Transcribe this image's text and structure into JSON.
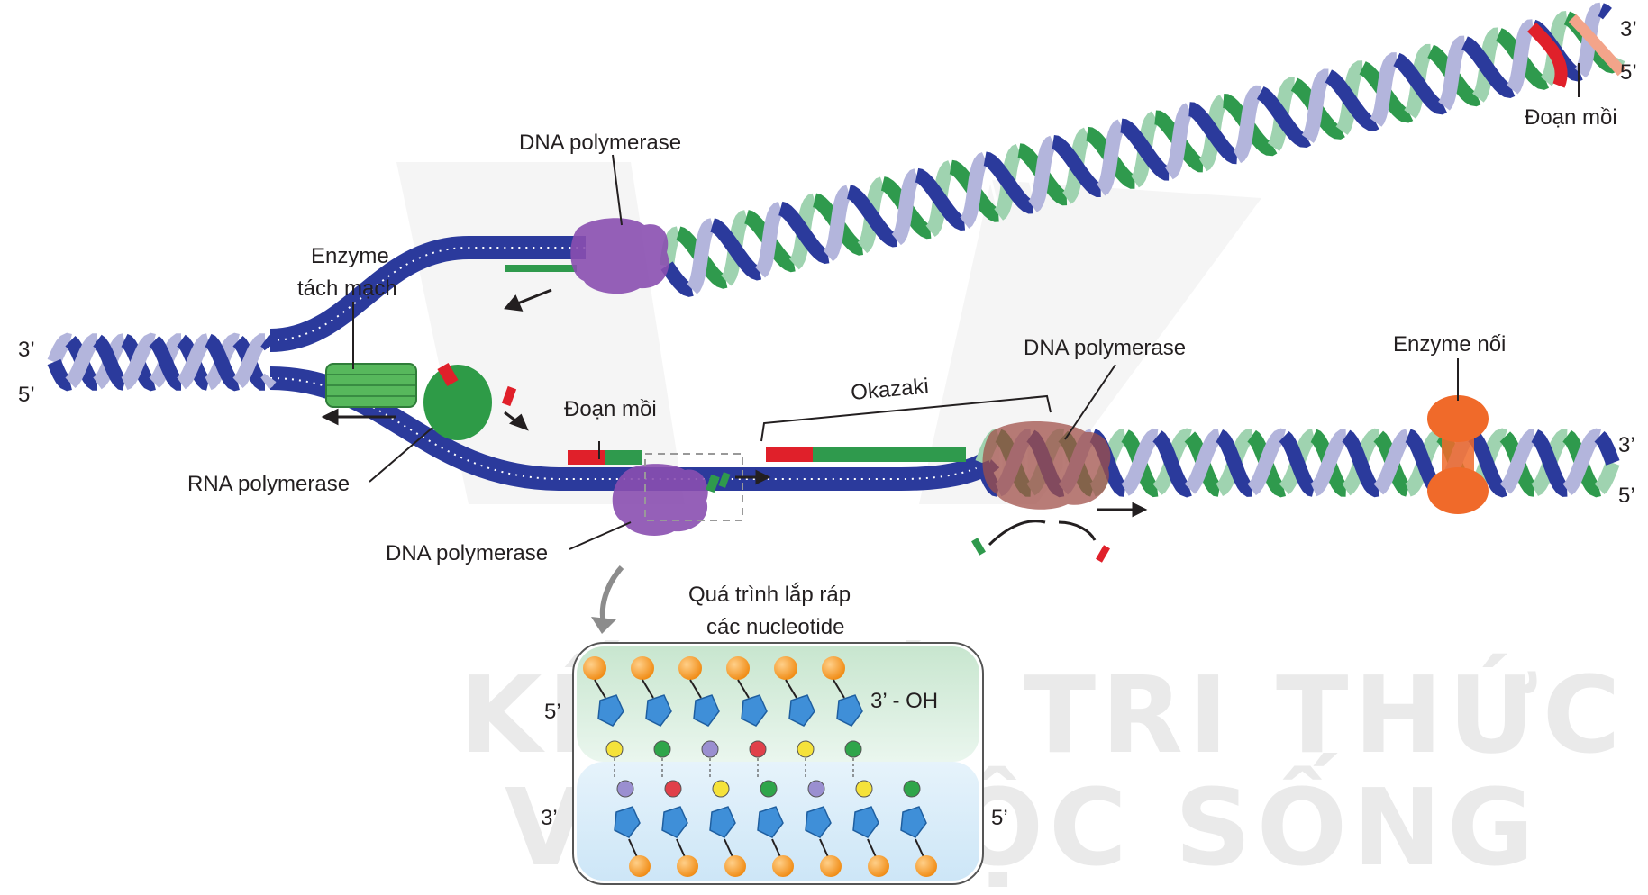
{
  "labels": {
    "dna_polymerase_top": "DNA polymerase",
    "enzyme_tach_mach_1": "Enzyme",
    "enzyme_tach_mach_2": "tách mạch",
    "rna_polymerase": "RNA polymerase",
    "doan_moi_top": "Đoạn mồi",
    "doan_moi_lower": "Đoạn mồi",
    "dna_polymerase_bottom_left": "DNA polymerase",
    "okazaki": "Okazaki",
    "dna_polymerase_bottom_right": "DNA polymerase",
    "enzyme_noi": "Enzyme nối",
    "qua_trinh_1": "Quá trình lắp ráp",
    "qua_trinh_2": "các nucleotide",
    "three_oh": "3’ - OH"
  },
  "strand_ends": {
    "left_top": "3’",
    "left_bottom": "5’",
    "top_right_top": "3’",
    "top_right_bottom": "5’",
    "bottom_right_top": "3’",
    "bottom_right_bottom": "5’",
    "inset_left_top": "5’",
    "inset_left_bottom": "3’",
    "inset_right_bottom": "5’"
  },
  "watermark": {
    "line1": "KẾT NỐI TRI THỨC",
    "line2": "VỚI CUỘC SỐNG"
  },
  "colors": {
    "parent_strand": "#2b3a9c",
    "parent_strand_light": "#b3b5dc",
    "new_strand": "#2f9a4d",
    "new_strand_light": "#9fd3b0",
    "primer": "#e0202a",
    "primer_light": "#f3a48a",
    "dna_polymerase": "#8a4fb0",
    "helicase": "#57b85c",
    "primase": "#2e9b47",
    "ligase": "#f06a2a",
    "polymerase_removing": "#a0504a",
    "inset_sugar": "#3f8fd8",
    "inset_phosphate": "#f5a23a"
  }
}
